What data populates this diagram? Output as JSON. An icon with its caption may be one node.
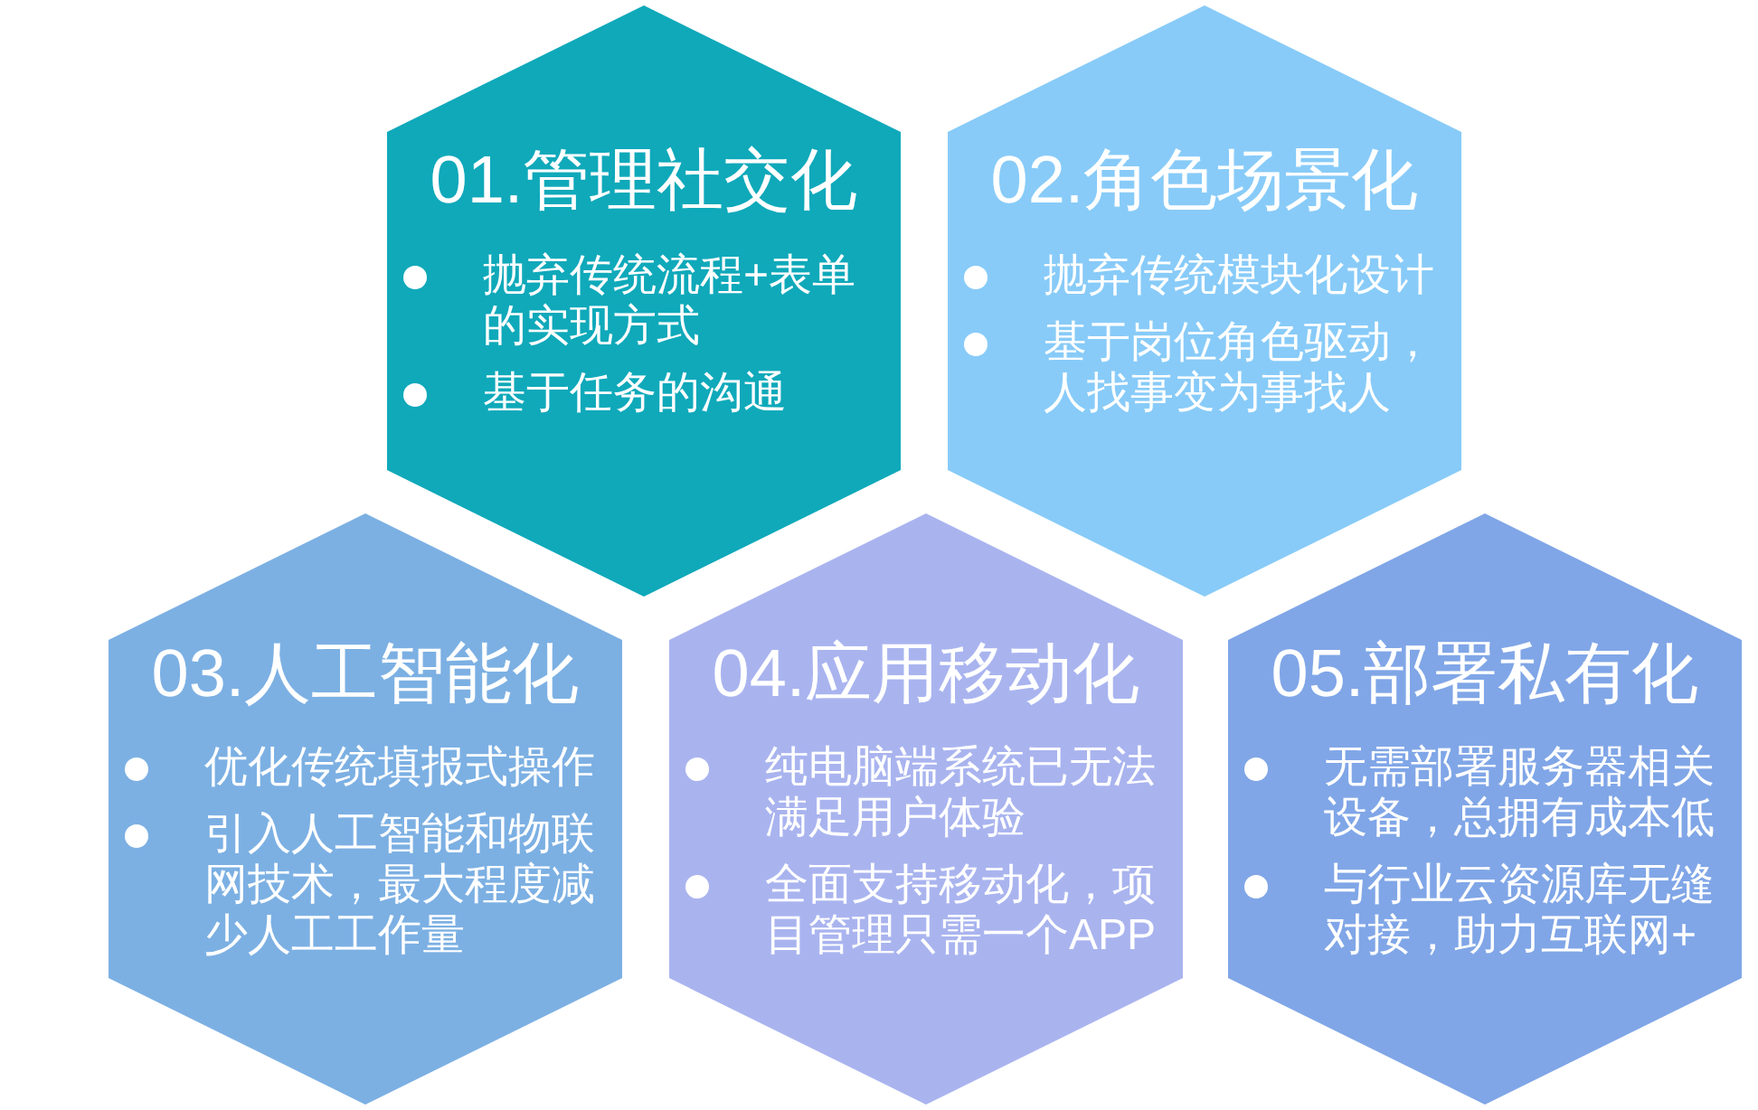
{
  "diagram": {
    "nodes": [
      {
        "text": [
          "01.管理社交化",
          "抛弃传统流程+表单的实现方式",
          "基于任务的沟通"
        ]
      },
      {
        "text": [
          "02.角色场景化",
          "抛弃传统模块化设计",
          "基于岗位角色驱动，人找事变为事找人"
        ]
      },
      {
        "text": [
          "03.人工智能化",
          "优化传统填报式操作",
          "引入人工智能和物联网技术，最大程度减少人工工作量"
        ]
      },
      {
        "text": [
          "04.应用移动化",
          "纯电脑端系统已无法满足用户体验",
          "全面支持移动化，项目管理只需一个APP"
        ]
      },
      {
        "text": [
          "05.部署私有化",
          "无需部署服务器相关设备，总拥有成本低",
          "与行业云资源库无缝对接，助力互联网+"
        ]
      }
    ]
  }
}
